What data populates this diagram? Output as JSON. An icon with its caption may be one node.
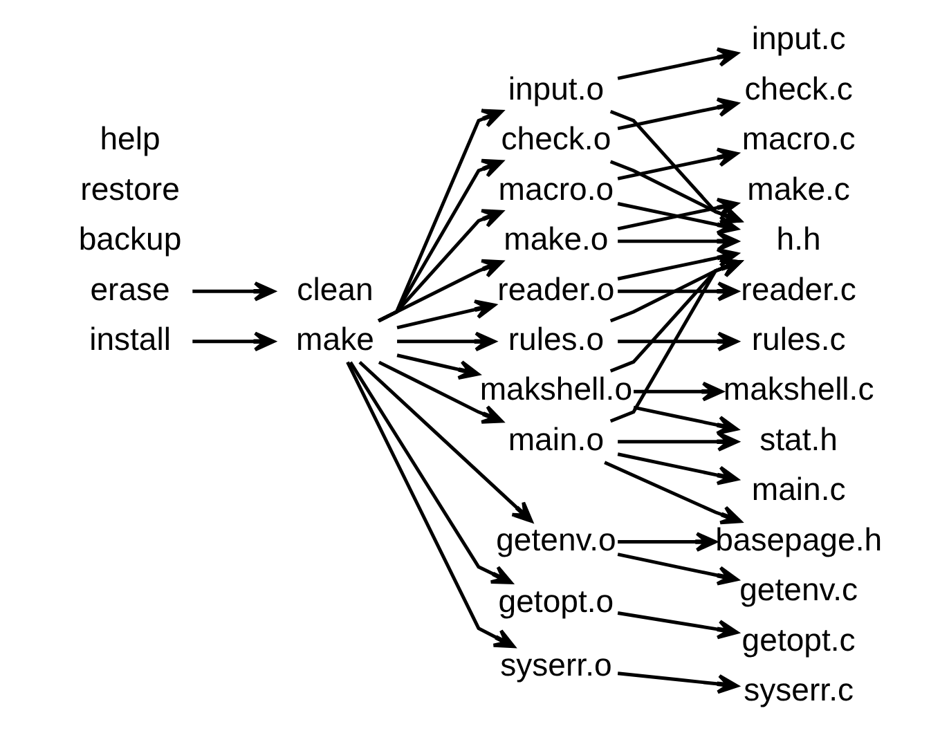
{
  "diagram": {
    "nodes": [
      {
        "text": [
          "install"
        ]
      },
      {
        "text": [
          "make"
        ]
      },
      {
        "text": [
          "check.o"
        ]
      },
      {
        "text": [
          "input.o"
        ]
      },
      {
        "text": [
          "macro.o"
        ]
      },
      {
        "text": [
          "make.o"
        ]
      },
      {
        "text": [
          "reader.o"
        ]
      },
      {
        "text": [
          "rules.o"
        ]
      },
      {
        "text": [
          "makshell.o"
        ]
      },
      {
        "text": [
          "main.o"
        ]
      },
      {
        "text": [
          "getenv.o"
        ]
      },
      {
        "text": [
          "getopt.o"
        ]
      },
      {
        "text": [
          "syserr.o"
        ]
      },
      {
        "text": [
          "h.h"
        ]
      },
      {
        "text": [
          "check.c"
        ]
      },
      {
        "text": [
          "input.c"
        ]
      },
      {
        "text": [
          "macro.c"
        ]
      },
      {
        "text": [
          "make.c"
        ]
      },
      {
        "text": [
          "reader.c"
        ]
      },
      {
        "text": [
          "rules.c"
        ]
      },
      {
        "text": [
          "makshell.c"
        ]
      },
      {
        "text": [
          "stat.h"
        ]
      },
      {
        "text": [
          "main.c"
        ]
      },
      {
        "text": [
          "basepage.h"
        ]
      },
      {
        "text": [
          "getenv.c"
        ]
      },
      {
        "text": [
          "getopt.c"
        ]
      },
      {
        "text": [
          "syserr.c"
        ]
      },
      {
        "text": [
          "erase"
        ]
      },
      {
        "text": [
          "clean"
        ]
      }
    ],
    "edges": [
      {
        "from": 0,
        "to": 1,
        "arrow": "to"
      },
      {
        "from": 1,
        "to": 2,
        "arrow": "to"
      },
      {
        "from": 1,
        "to": 3,
        "arrow": "to"
      },
      {
        "from": 1,
        "to": 4,
        "arrow": "to"
      },
      {
        "from": 1,
        "to": 5,
        "arrow": "to"
      },
      {
        "from": 1,
        "to": 6,
        "arrow": "to"
      },
      {
        "from": 1,
        "to": 7,
        "arrow": "to"
      },
      {
        "from": 1,
        "to": 8,
        "arrow": "to"
      },
      {
        "from": 1,
        "to": 9,
        "arrow": "to"
      },
      {
        "from": 1,
        "to": 10,
        "arrow": "to"
      },
      {
        "from": 1,
        "to": 11,
        "arrow": "to"
      },
      {
        "from": 1,
        "to": 12,
        "arrow": "to"
      },
      {
        "from": 2,
        "to": 13,
        "arrow": "to"
      },
      {
        "from": 2,
        "to": 14,
        "arrow": "to"
      },
      {
        "from": 3,
        "to": 13,
        "arrow": "to"
      },
      {
        "from": 3,
        "to": 15,
        "arrow": "to"
      },
      {
        "from": 4,
        "to": 13,
        "arrow": "to"
      },
      {
        "from": 4,
        "to": 16,
        "arrow": "to"
      },
      {
        "from": 5,
        "to": 13,
        "arrow": "to"
      },
      {
        "from": 5,
        "to": 17,
        "arrow": "to"
      },
      {
        "from": 6,
        "to": 13,
        "arrow": "to"
      },
      {
        "from": 6,
        "to": 18,
        "arrow": "to"
      },
      {
        "from": 7,
        "to": 13,
        "arrow": "to"
      },
      {
        "from": 7,
        "to": 19,
        "arrow": "to"
      },
      {
        "from": 8,
        "to": 13,
        "arrow": "to"
      },
      {
        "from": 8,
        "to": 20,
        "arrow": "to"
      },
      {
        "from": 8,
        "to": 21,
        "arrow": "to"
      },
      {
        "from": 9,
        "to": 13,
        "arrow": "to"
      },
      {
        "from": 9,
        "to": 21,
        "arrow": "to"
      },
      {
        "from": 9,
        "to": 22,
        "arrow": "to"
      },
      {
        "from": 9,
        "to": 23,
        "arrow": "to"
      },
      {
        "from": 10,
        "to": 23,
        "arrow": "to"
      },
      {
        "from": 10,
        "to": 24,
        "arrow": "to"
      },
      {
        "from": 11,
        "to": 25,
        "arrow": "to"
      },
      {
        "from": 12,
        "to": 26,
        "arrow": "to"
      },
      {
        "from": 27,
        "to": 28,
        "arrow": "to"
      }
    ],
    "labels": [
      "backup",
      "restore",
      "help"
    ]
  }
}
